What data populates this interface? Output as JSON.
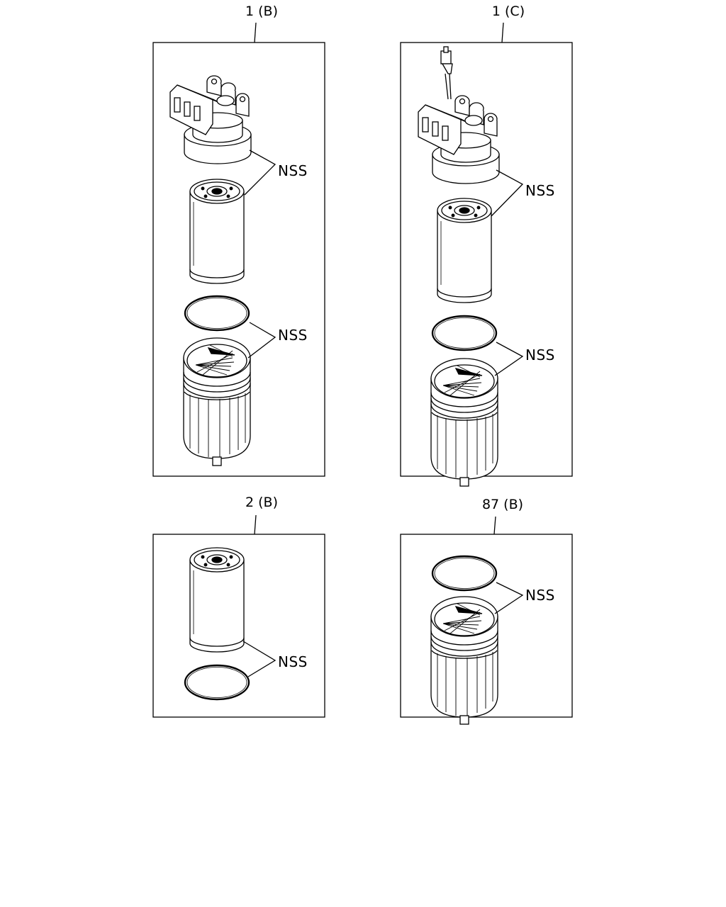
{
  "panels": [
    {
      "id": "1B",
      "label": "1 (B)",
      "callouts": [
        "NSS",
        "NSS"
      ]
    },
    {
      "id": "1C",
      "label": "1 (C)",
      "callouts": [
        "NSS",
        "NSS"
      ]
    },
    {
      "id": "2B",
      "label": "2 (B)",
      "callouts": [
        "NSS"
      ]
    },
    {
      "id": "87B",
      "label": "87 (B)",
      "callouts": [
        "NSS"
      ]
    }
  ],
  "colors": {
    "line": "#000000",
    "background": "#ffffff"
  }
}
